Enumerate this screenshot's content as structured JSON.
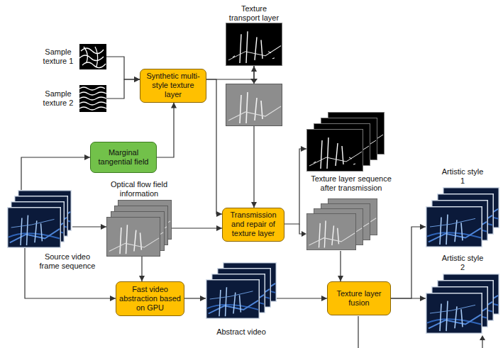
{
  "diagram": {
    "nodes": [
      {
        "text": [
          "Sample texture 1"
        ]
      },
      {
        "text": [
          "Sample texture 2"
        ]
      },
      {
        "text": [
          "Synthetic multi-style texture layer"
        ]
      },
      {
        "text": [
          "Marginal tangential field"
        ]
      },
      {
        "text": [
          "Texture transport layer"
        ]
      },
      {
        "text": [
          "Source video frame sequence"
        ]
      },
      {
        "text": [
          "Optical flow field information"
        ]
      },
      {
        "text": [
          "Transmission and repair of texture layer"
        ]
      },
      {
        "text": [
          "Texture layer sequence after transmission"
        ]
      },
      {
        "text": [
          "Fast video abstraction based on GPU"
        ]
      },
      {
        "text": [
          "Abstract video"
        ]
      },
      {
        "text": [
          "Texture layer fusion"
        ]
      },
      {
        "text": [
          "Artistic style 1"
        ]
      },
      {
        "text": [
          "Artistic style 2"
        ]
      }
    ],
    "edges": [
      {
        "from": 0,
        "to": 2,
        "arrow": "to"
      },
      {
        "from": 1,
        "to": 2,
        "arrow": "to"
      },
      {
        "from": 3,
        "to": 2,
        "arrow": "to"
      },
      {
        "from": 5,
        "to": 3,
        "arrow": "to"
      },
      {
        "from": 2,
        "to": 4,
        "arrow": "to"
      },
      {
        "from": 4,
        "to": 7,
        "arrow": "to"
      },
      {
        "from": 2,
        "to": 7,
        "arrow": "to"
      },
      {
        "from": 5,
        "to": 6,
        "arrow": "to"
      },
      {
        "from": 6,
        "to": 7,
        "arrow": "to"
      },
      {
        "from": 6,
        "to": 9,
        "arrow": "to"
      },
      {
        "from": 5,
        "to": 9,
        "arrow": "to"
      },
      {
        "from": 9,
        "to": 10,
        "arrow": "to"
      },
      {
        "from": 10,
        "to": 11,
        "arrow": "to"
      },
      {
        "from": 7,
        "to": 8,
        "arrow": "to"
      },
      {
        "from": 8,
        "to": 11,
        "arrow": "to"
      },
      {
        "from": 11,
        "to": 12,
        "arrow": "to"
      },
      {
        "from": 11,
        "to": 13,
        "arrow": "to"
      }
    ]
  }
}
